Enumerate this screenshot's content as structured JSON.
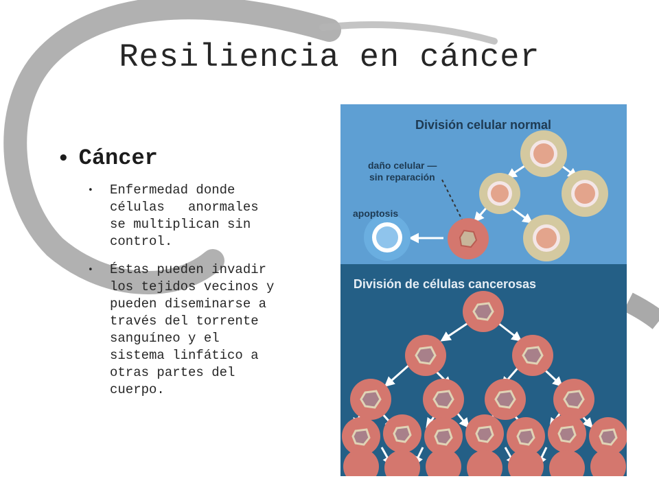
{
  "slide": {
    "title": "Resiliencia en cáncer",
    "bullet_heading": "Cáncer",
    "sub_bullets": [
      "Enfermedad donde\ncélulas   anormales\nse multiplican sin\ncontrol.",
      "Éstas pueden invadir\nlos tejidos vecinos y\npueden diseminarse a\ntravés del torrente\nsanguíneo y el\nsistema linfático a\notras partes del\ncuerpo."
    ]
  },
  "figure": {
    "normal_title": "División celular normal",
    "damage_label_line1": "daño celular —",
    "damage_label_line2": "sin reparación",
    "apoptosis_label": "apoptosis",
    "cancer_title": "División de células cancerosas"
  },
  "colors": {
    "normal_panel": "#5e9fd3",
    "cancer_panel": "#245f86",
    "swirl": "#a9a9a9"
  }
}
